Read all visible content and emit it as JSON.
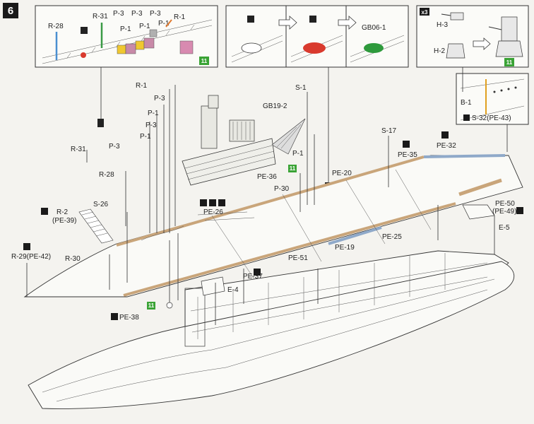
{
  "step": {
    "number": "6"
  },
  "colors": {
    "wood": "#c9a57a",
    "highlight": "#8fa9c9",
    "green_badge": "#3aa335",
    "red_part": "#d93a2e",
    "green_part": "#2e9a3c",
    "ink": "#222222"
  },
  "icons": {
    "multiplier": "x3"
  },
  "insets": {
    "a": {
      "labels": [
        "R-28",
        "R-31",
        "P-3",
        "P-3",
        "P-3",
        "R-1",
        "P-1",
        "P-1",
        "P-1"
      ],
      "badge": "11"
    },
    "b": {
      "labels": [
        "GB06-1"
      ]
    },
    "c": {
      "labels": [
        "H-3",
        "H-2"
      ],
      "badge": "11"
    },
    "d": {
      "labels": [
        "B-1",
        "S-32(PE-43)"
      ]
    }
  },
  "main": {
    "labels": {
      "r1": "R-1",
      "p3a": "P-3",
      "p1a": "P-1",
      "p3b": "P-3",
      "p1b": "P-1",
      "r31": "R-31",
      "p3c": "P-3",
      "r28": "R-28",
      "s26": "S-26",
      "r2": "R-2",
      "pe39": "(PE-39)",
      "r29": "R-29(PE-42)",
      "r30": "R-30",
      "s1": "S-1",
      "gb192": "GB19-2",
      "p1c": "P-1",
      "s17": "S-17",
      "pe35": "PE-35",
      "pe32": "PE-32",
      "pe36": "PE-36",
      "pe20": "PE-20",
      "p30": "P-30",
      "pe26": "PE-26",
      "pe51": "PE-51",
      "pe19": "PE-19",
      "pe25": "PE-25",
      "pe50": "PE-50",
      "pe49": "(PE-49)",
      "e5": "E-5",
      "pe37": "PE-37",
      "e4": "E-4",
      "pe38": "PE-38"
    },
    "badges": {
      "mid": "11",
      "bottom": "11"
    }
  }
}
